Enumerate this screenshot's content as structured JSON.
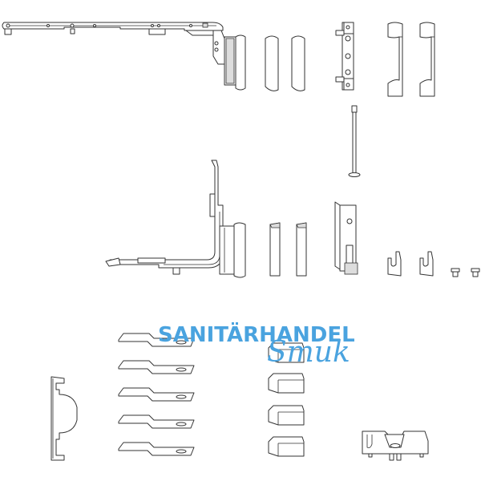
{
  "image": {
    "description": "Exploded technical line drawing of window fitting hardware parts",
    "background": "#ffffff",
    "line_color": "#333333"
  },
  "watermark": {
    "line1": "SANITÄRHANDEL",
    "line2": "Smuk",
    "color": "#4aa3df"
  },
  "parts": [
    {
      "id": "top-scissor-arm",
      "count": 1
    },
    {
      "id": "top-hinge-cover-caps",
      "count": 2
    },
    {
      "id": "top-hinge-bracket",
      "count": 1
    },
    {
      "id": "top-hinge-covers",
      "count": 2
    },
    {
      "id": "hinge-pin",
      "count": 1
    },
    {
      "id": "corner-hinge-arm",
      "count": 1
    },
    {
      "id": "corner-cover-caps",
      "count": 2
    },
    {
      "id": "corner-bearing",
      "count": 1
    },
    {
      "id": "clips",
      "count": 2
    },
    {
      "id": "small-screws",
      "count": 2
    },
    {
      "id": "side-plate",
      "count": 1
    },
    {
      "id": "spacer-plates",
      "count": 5
    },
    {
      "id": "end-caps",
      "count": 4
    },
    {
      "id": "locking-block",
      "count": 1
    }
  ]
}
